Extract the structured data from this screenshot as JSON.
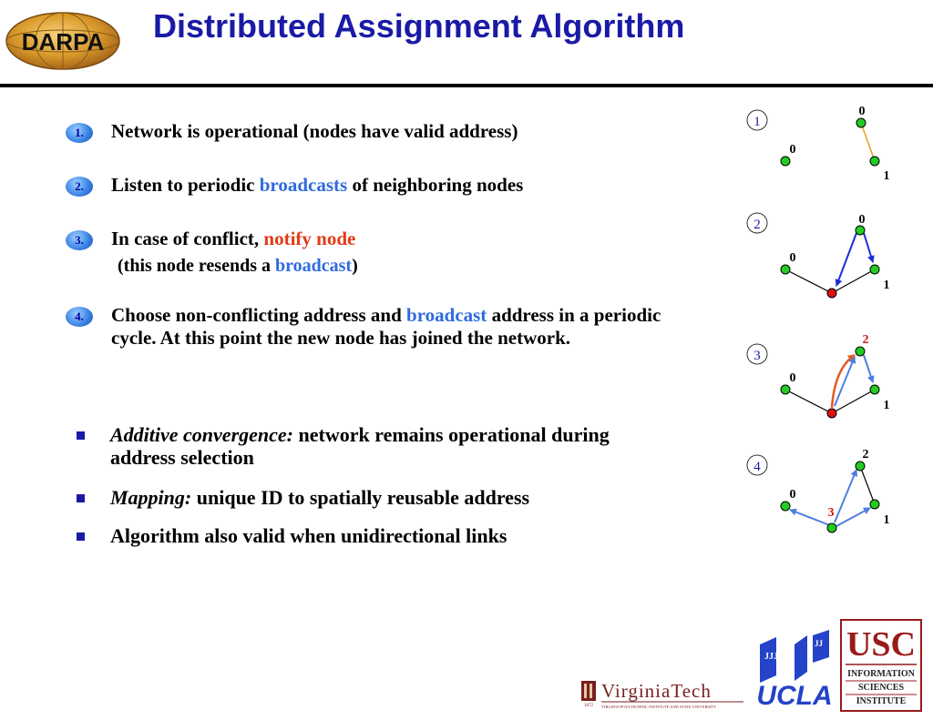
{
  "header": {
    "title": "Distributed Assignment Algorithm",
    "darpa_logo_text": "DARPA"
  },
  "steps": [
    {
      "number": "1.",
      "text": "Network is operational (nodes have valid address)"
    },
    {
      "number": "2.",
      "text_before": "Listen to periodic ",
      "highlight": "broadcasts",
      "text_after": " of neighboring nodes"
    },
    {
      "number": "3.",
      "text_before": "In case of conflict, ",
      "highlight": "notify node",
      "sub_before": "(this node resends a ",
      "sub_highlight": "broadcast",
      "sub_after": ")"
    },
    {
      "number": "4.",
      "text_before": "Choose non-conflicting address and ",
      "highlight": "broadcast",
      "text_after": " address in a periodic cycle. At this point the new node has joined the network."
    }
  ],
  "bullets": [
    {
      "em": "Additive convergence:",
      "text": " network remains operational during address selection"
    },
    {
      "em": "Mapping:",
      "text": " unique ID to spatially reusable address"
    },
    {
      "em": "",
      "text": "Algorithm also valid when unidirectional links"
    }
  ],
  "diagram": {
    "panels": [
      {
        "step": "1",
        "labels": {
          "top": "0",
          "left": "0",
          "right": "1"
        }
      },
      {
        "step": "2",
        "labels": {
          "top": "0",
          "left": "0",
          "right": "1"
        }
      },
      {
        "step": "3",
        "labels": {
          "top": "2",
          "left": "0",
          "right": "1"
        }
      },
      {
        "step": "4",
        "labels": {
          "top": "2",
          "left": "0",
          "right": "1",
          "bottom": "3"
        }
      }
    ],
    "colors": {
      "node_green": "#22cc22",
      "node_red": "#dd1111",
      "arrow_blue": "#1a2fd6",
      "arrow_light_blue": "#4f7fe0",
      "arrow_orange": "#e65a1e",
      "link_orange": "#e8a020",
      "label_red": "#dd1111"
    }
  },
  "logos": {
    "virginia_tech": "VirginiaTech",
    "virginia_tech_sub": "VIRGINIA POLYTECHNIC INSTITUTE AND STATE UNIVERSITY",
    "virginia_tech_year": "1872",
    "ucla": "UCLA",
    "usc": "USC",
    "usc_line1": "INFORMATION",
    "usc_line2": "SCIENCES",
    "usc_line3": "INSTITUTE"
  }
}
